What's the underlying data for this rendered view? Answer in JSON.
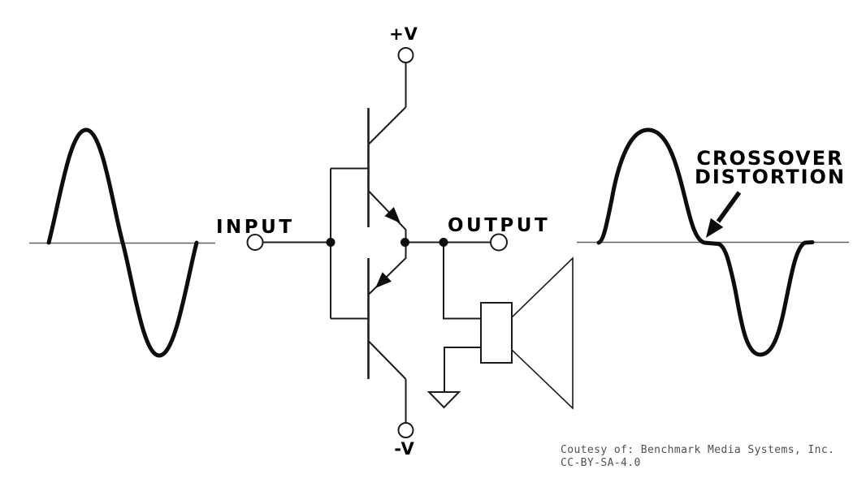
{
  "figure": {
    "type": "circuit-diagram",
    "subject": "Class-B push-pull amplifier output stage producing crossover distortion"
  },
  "labels": {
    "positive_supply": "+V",
    "negative_supply": "-V",
    "input": "INPUT",
    "output": "OUTPUT"
  },
  "annotation": {
    "line1": "CROSSOVER",
    "line2": "DISTORTION"
  },
  "credit": {
    "line1": "Coutesy of: Benchmark Media Systems, Inc.",
    "line2": "CC-BY-SA-4.0"
  },
  "waveforms": {
    "input": "clean sine wave, one full cycle, centered on zero baseline",
    "output": "sine wave flattened at the zero crossings (crossover distortion), positive half then negative half"
  },
  "colors": {
    "background": "#ffffff",
    "circuit_line": "#1c1c1c",
    "wave_line": "#0d0d0d",
    "baseline": "#606060",
    "label_text": "#000000",
    "credit_text": "#4f4f4f"
  }
}
